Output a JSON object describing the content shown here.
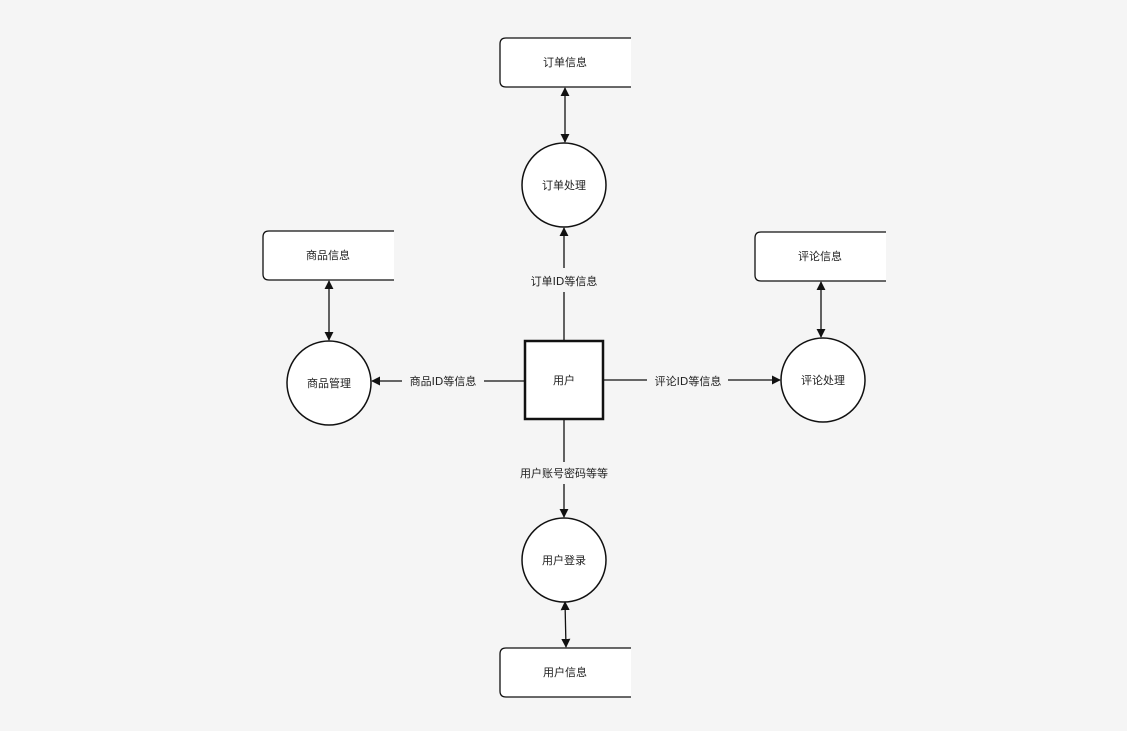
{
  "diagram": {
    "entity": {
      "label": "用户"
    },
    "processes": {
      "order": "订单处理",
      "goods": "商品管理",
      "review": "评论处理",
      "login": "用户登录"
    },
    "stores": {
      "order": "订单信息",
      "goods": "商品信息",
      "review": "评论信息",
      "user": "用户信息"
    },
    "flows": {
      "order": "订单ID等信息",
      "goods": "商品ID等信息",
      "review": "评论ID等信息",
      "login": "用户账号密码等等"
    },
    "colors": {
      "background": "#f5f5f5",
      "stroke": "#111111",
      "fill": "#ffffff"
    }
  }
}
